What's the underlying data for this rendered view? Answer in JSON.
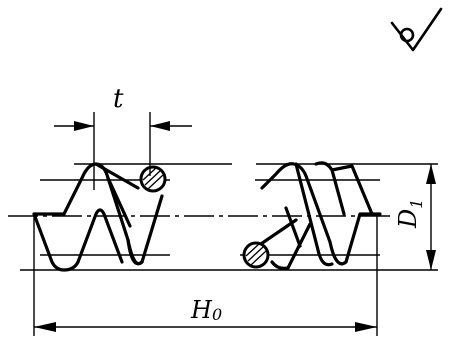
{
  "labels": {
    "pitch": "t",
    "diameter": "D",
    "diameter_subscript": "1",
    "height": "H",
    "height_subscript": "0"
  },
  "symbols": {
    "surface_roughness": "surface-roughness-symbol"
  },
  "colors": {
    "ink": "#000000",
    "background": "#ffffff"
  }
}
